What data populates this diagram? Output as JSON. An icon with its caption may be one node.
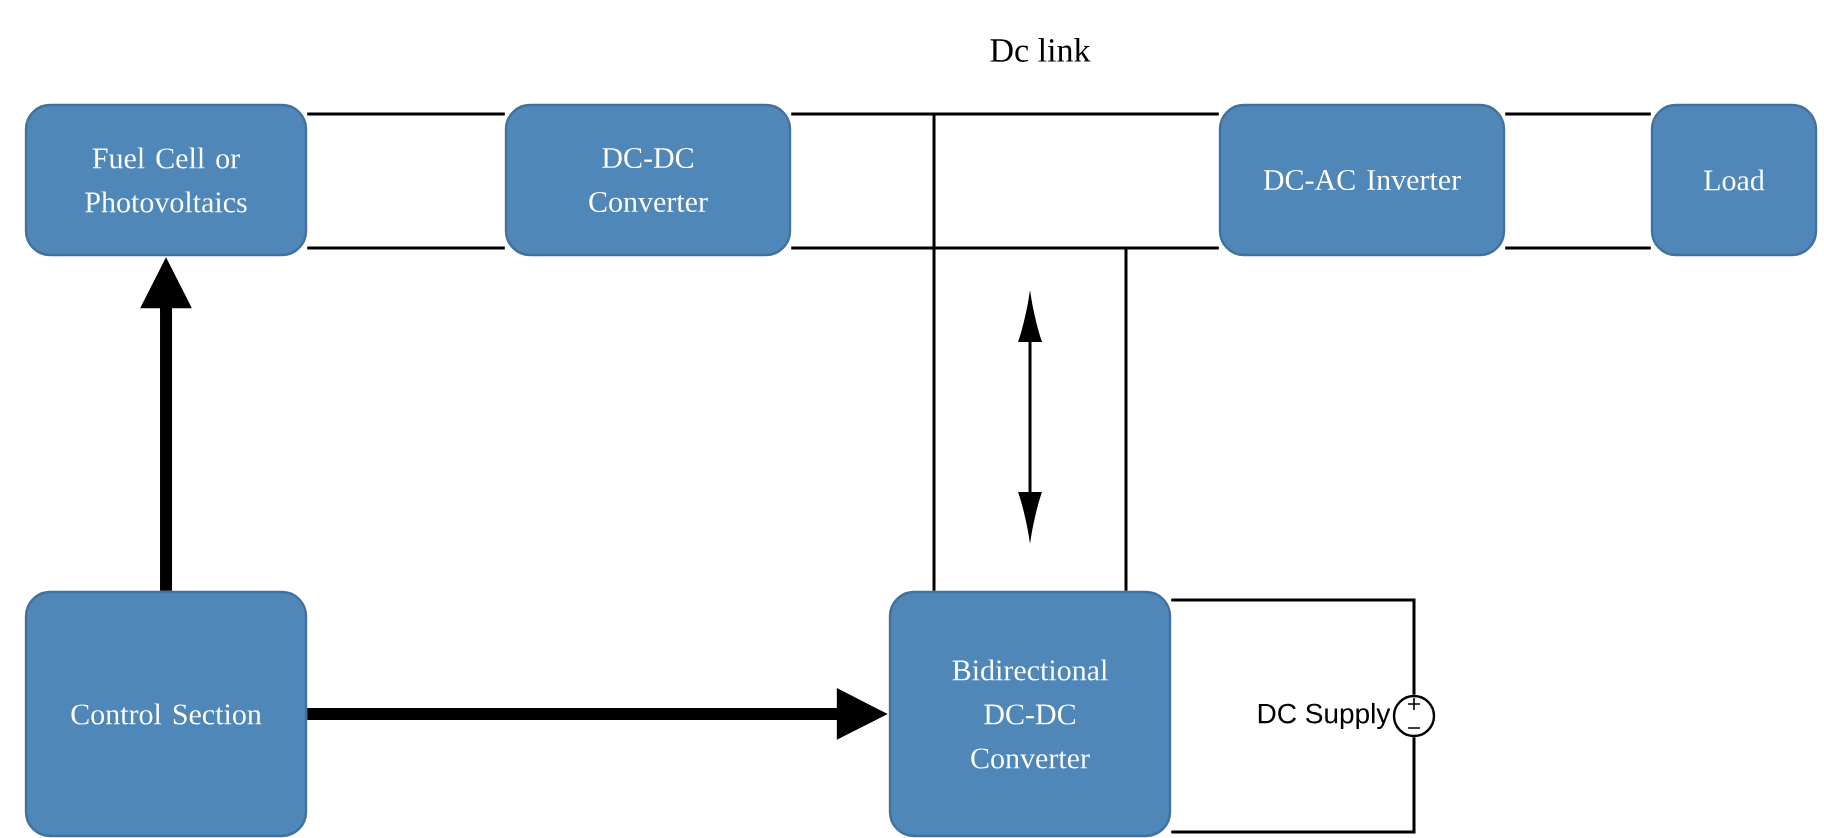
{
  "diagram": {
    "nodes": [
      {
        "text": [
          "Fuel Cell or Photovoltaics"
        ]
      },
      {
        "text": [
          "DC-DC Converter"
        ]
      },
      {
        "text": [
          "DC-AC Inverter"
        ]
      },
      {
        "text": [
          "Load"
        ]
      },
      {
        "text": [
          "Control Section"
        ]
      },
      {
        "text": [
          "Bidirectional DC-DC Converter"
        ]
      },
      {
        "text": [],
        "shape": "circle",
        "beside": [
          "DC Supply"
        ]
      }
    ],
    "edges": [
      {
        "from": 0,
        "to": 1,
        "arrow": "none"
      },
      {
        "from": 0,
        "to": 1,
        "arrow": "none"
      },
      {
        "from": 1,
        "to": 2,
        "arrow": "none"
      },
      {
        "from": 1,
        "to": 2,
        "arrow": "none"
      },
      {
        "from": 2,
        "to": 3,
        "arrow": "none"
      },
      {
        "from": 2,
        "to": 3,
        "arrow": "none"
      },
      {
        "from": 5,
        "to": null,
        "arrow": "none"
      },
      {
        "from": 5,
        "to": null,
        "arrow": "none"
      },
      {
        "from": 4,
        "to": 0,
        "arrow": "to",
        "style": "thick"
      },
      {
        "from": 4,
        "to": 5,
        "arrow": "to",
        "style": "thick"
      },
      {
        "from": 5,
        "to": 6,
        "arrow": "none"
      },
      {
        "from": 5,
        "to": 6,
        "arrow": "none"
      }
    ],
    "labels": [
      "Dc link"
    ]
  }
}
